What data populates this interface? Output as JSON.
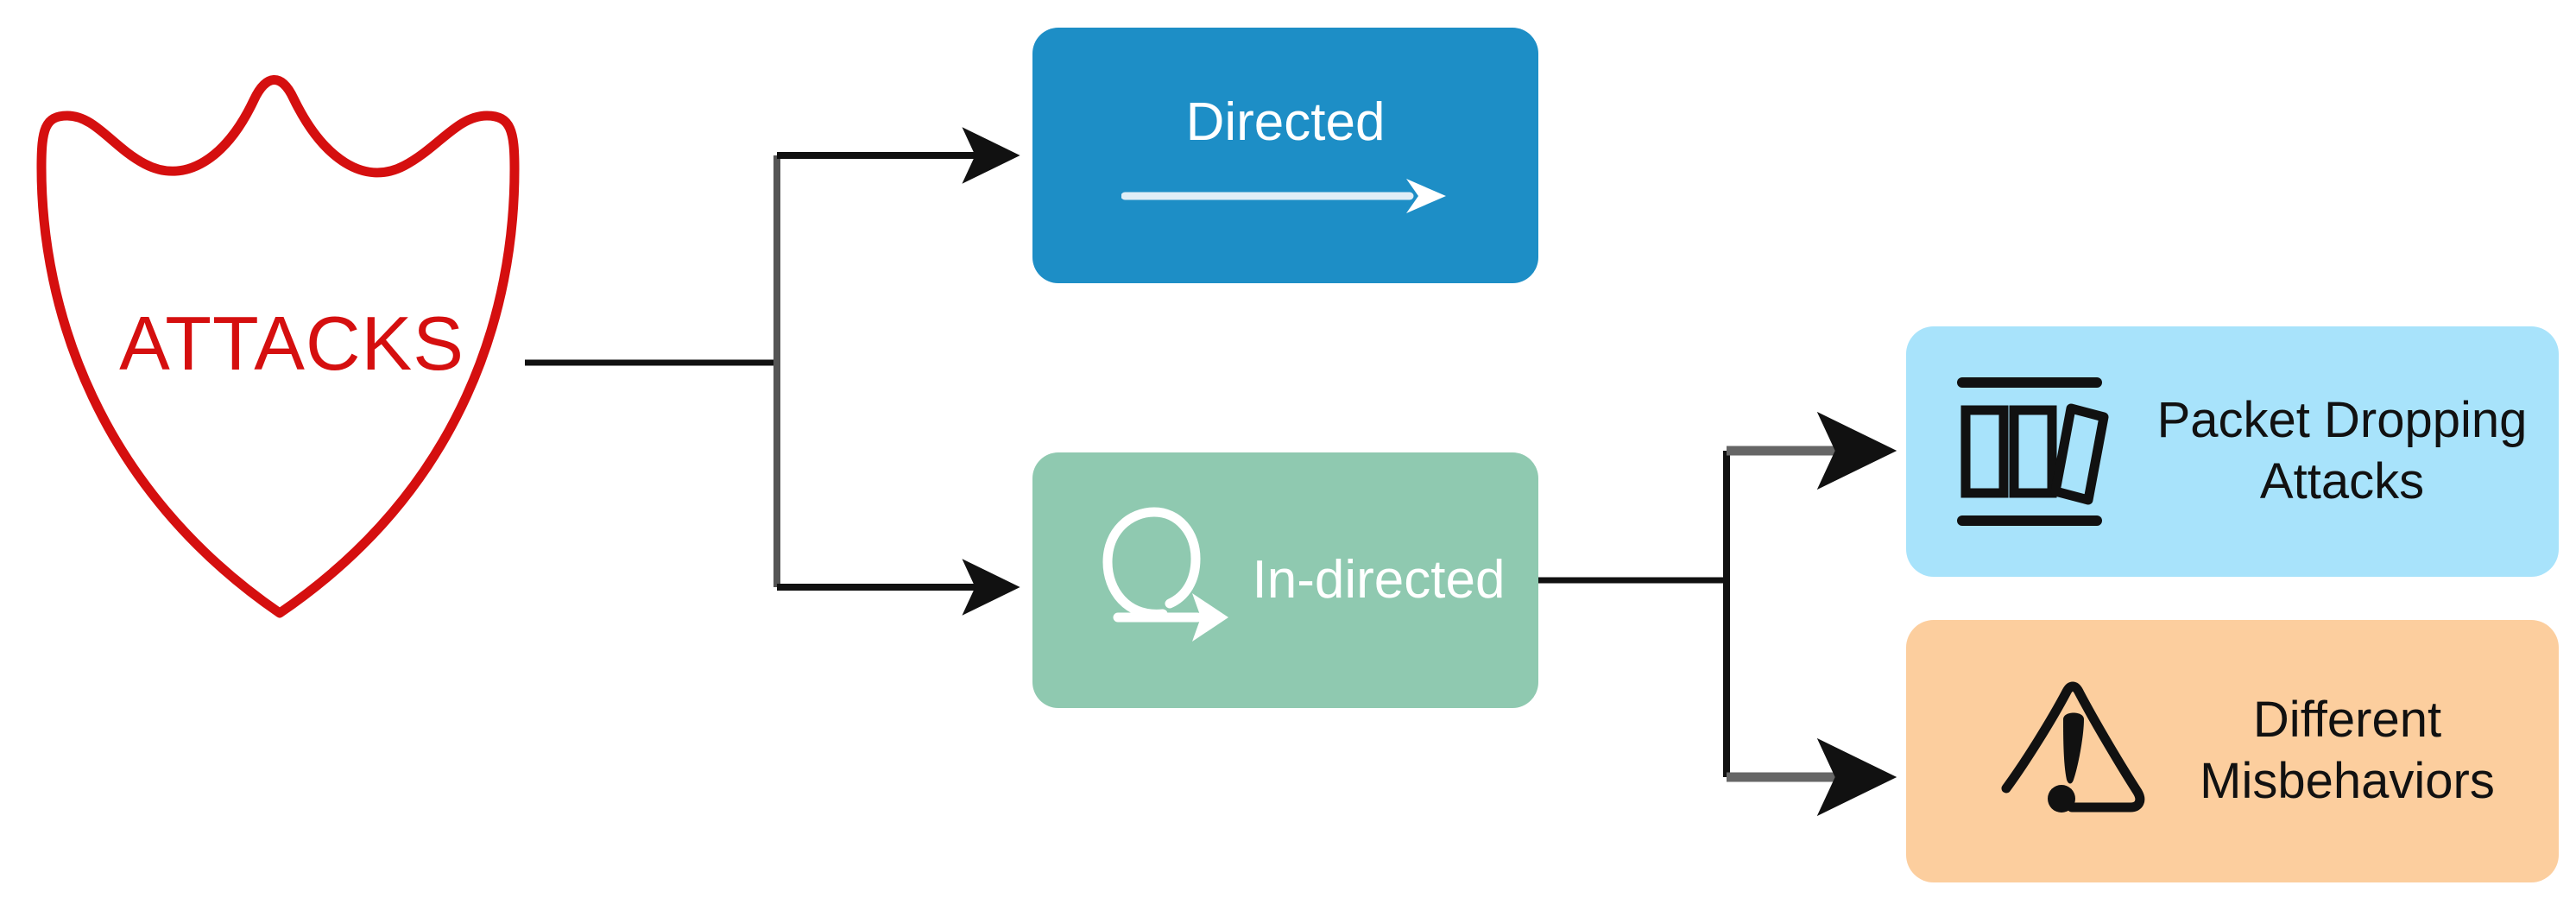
{
  "diagram": {
    "title_node": {
      "label": "ATTACKS",
      "icon": "shield-icon",
      "color": "#d50f0f"
    },
    "nodes": [
      {
        "id": "directed",
        "label": "Directed",
        "icon": "straight-arrow-icon",
        "fill": "#1d8ec6",
        "text_color": "#ffffff"
      },
      {
        "id": "indirected",
        "label": "In-directed",
        "icon": "loop-arrow-icon",
        "fill": "#8fc9b0",
        "text_color": "#ffffff"
      },
      {
        "id": "packet-dropping",
        "label": "Packet Dropping\nAttacks",
        "icon": "packet-drop-icon",
        "fill": "#a8e3fb",
        "text_color": "#111111"
      },
      {
        "id": "misbehaviors",
        "label": "Different\nMisbehaviors",
        "icon": "warning-triangle-icon",
        "fill": "#fcce9e",
        "text_color": "#111111"
      }
    ],
    "edges": [
      {
        "from": "ATTACKS",
        "to": "Directed"
      },
      {
        "from": "ATTACKS",
        "to": "In-directed"
      },
      {
        "from": "In-directed",
        "to": "Packet Dropping Attacks"
      },
      {
        "from": "In-directed",
        "to": "Different Misbehaviors"
      }
    ],
    "connector_color": "#1a1a1a",
    "background": "#ffffff"
  }
}
